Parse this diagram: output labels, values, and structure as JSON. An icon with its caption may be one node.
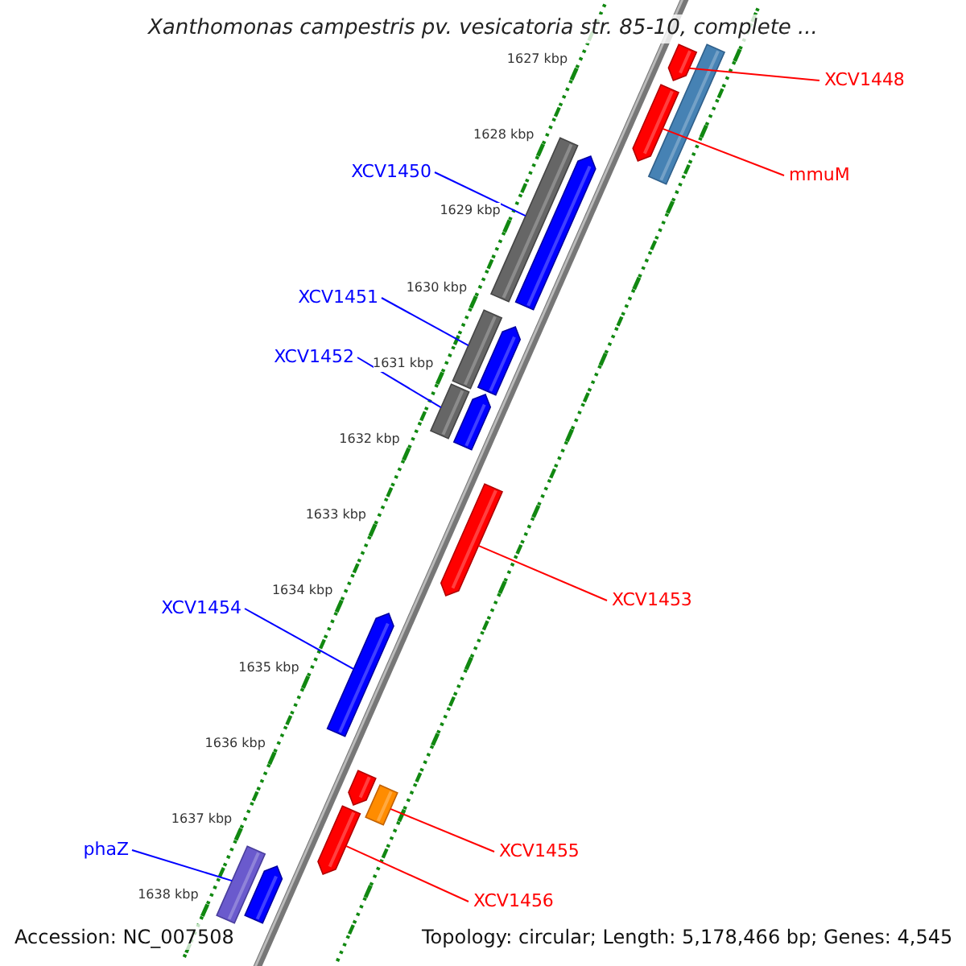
{
  "diagram": {
    "title": "Xanthomonas campestris pv. vesicatoria str. 85-10, complete ...",
    "nodes": [
      {
        "text": [
          "XCV1448"
        ]
      },
      {
        "text": [
          "mmuM"
        ]
      },
      {
        "text": [
          "XCV1450"
        ]
      },
      {
        "text": [
          "XCV1451"
        ]
      },
      {
        "text": [
          "XCV1452"
        ]
      },
      {
        "text": [
          "XCV1453"
        ]
      },
      {
        "text": [
          "XCV1454"
        ]
      },
      {
        "text": [
          "XCV1455"
        ]
      },
      {
        "text": [
          "XCV1456"
        ]
      },
      {
        "text": [
          "phaZ"
        ]
      },
      {
        "text": [],
        "shape": "bar"
      },
      {
        "text": [],
        "shape": "bar"
      },
      {
        "text": [],
        "shape": "bar"
      },
      {
        "text": [],
        "shape": "bar"
      },
      {
        "text": [],
        "shape": "bar"
      },
      {
        "text": [],
        "shape": "bar"
      },
      {
        "text": [],
        "shape": "bar"
      },
      {
        "text": [],
        "shape": "bar"
      },
      {
        "text": [],
        "shape": "bar"
      },
      {
        "text": [],
        "shape": "bar"
      },
      {
        "text": [],
        "shape": "bar"
      },
      {
        "text": [],
        "shape": "bar"
      },
      {
        "text": [],
        "shape": "bar"
      },
      {
        "text": [],
        "shape": "bar"
      },
      {
        "text": [],
        "shape": "bar"
      },
      {
        "text": [],
        "shape": "bar"
      }
    ],
    "edges": [
      {
        "from": 0,
        "to": 10,
        "arrow": "none",
        "color": "#ff0000"
      },
      {
        "from": 1,
        "to": 12,
        "arrow": "none",
        "color": "#ff0000"
      },
      {
        "from": 2,
        "to": 13,
        "arrow": "none",
        "color": "#0000ff"
      },
      {
        "from": 3,
        "to": 15,
        "arrow": "none",
        "color": "#0000ff"
      },
      {
        "from": 4,
        "to": 17,
        "arrow": "none",
        "color": "#0000ff"
      },
      {
        "from": 5,
        "to": 19,
        "arrow": "none",
        "color": "#ff0000"
      },
      {
        "from": 6,
        "to": 20,
        "arrow": "none",
        "color": "#0000ff"
      },
      {
        "from": 7,
        "to": 22,
        "arrow": "none",
        "color": "#ff0000"
      },
      {
        "from": 8,
        "to": 23,
        "arrow": "none",
        "color": "#ff0000"
      },
      {
        "from": 9,
        "to": 24,
        "arrow": "none",
        "color": "#0000ff"
      }
    ],
    "labels": [
      "1627 kbp",
      "1628 kbp",
      "1629 kbp",
      "1630 kbp",
      "1631 kbp",
      "1632 kbp",
      "1633 kbp",
      "1634 kbp",
      "1635 kbp",
      "1636 kbp",
      "1637 kbp",
      "1638 kbp",
      "Accession: NC_007508",
      "Topology: circular; Length: 5,178,466 bp; Genes: 4,545"
    ]
  }
}
